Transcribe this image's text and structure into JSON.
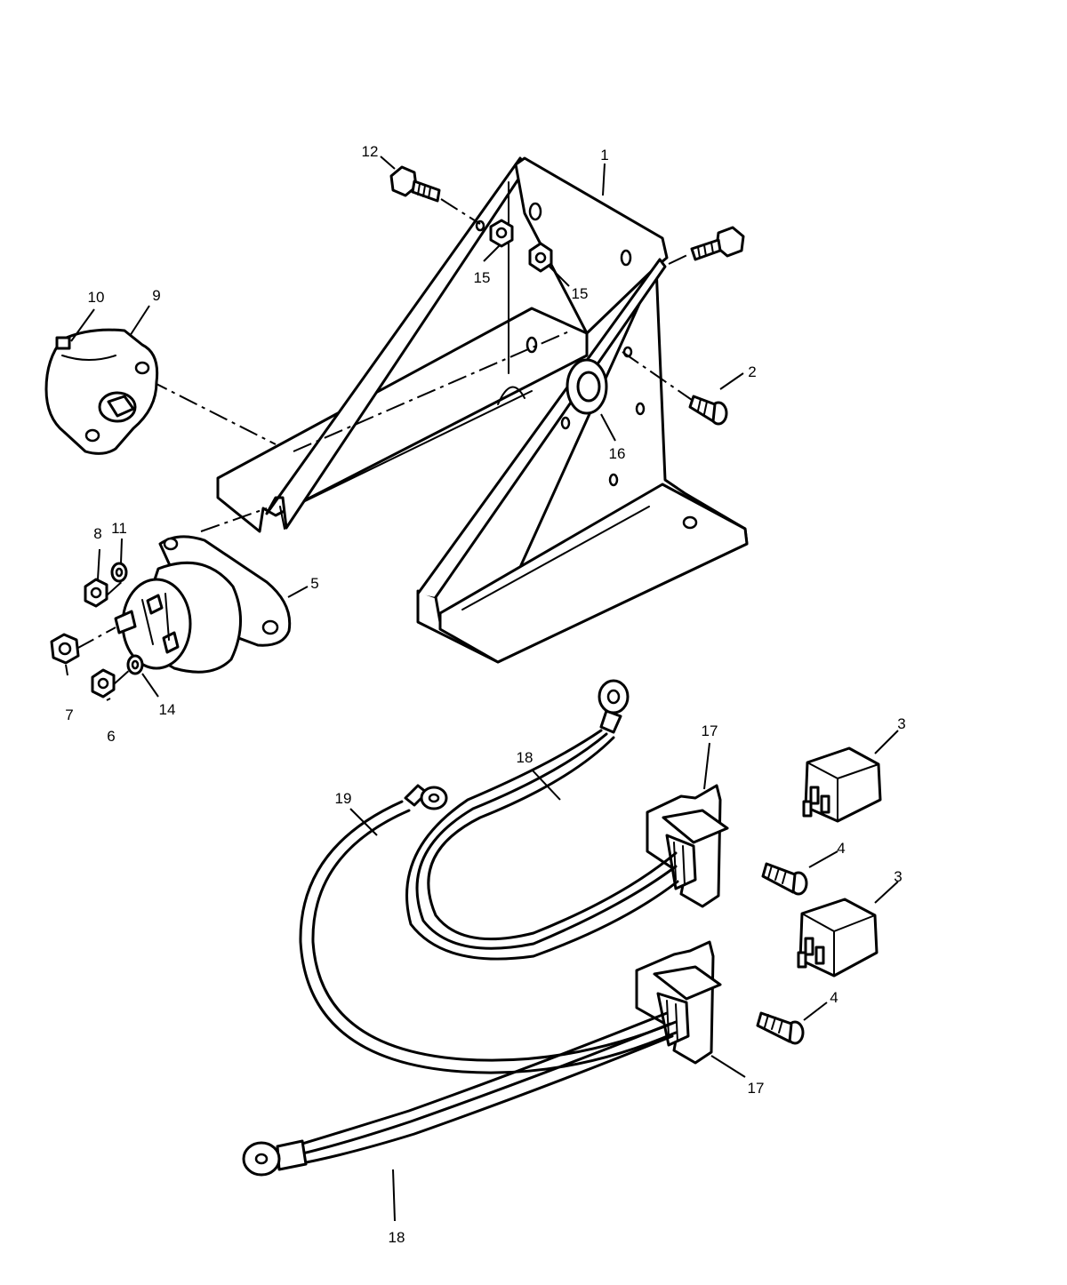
{
  "callouts": [
    {
      "id": "c1",
      "text": "1"
    },
    {
      "id": "c2",
      "text": "2"
    },
    {
      "id": "c3a",
      "text": "3"
    },
    {
      "id": "c3b",
      "text": "3"
    },
    {
      "id": "c4a",
      "text": "4"
    },
    {
      "id": "c4b",
      "text": "4"
    },
    {
      "id": "c5",
      "text": "5"
    },
    {
      "id": "c6",
      "text": "6"
    },
    {
      "id": "c7",
      "text": "7"
    },
    {
      "id": "c8",
      "text": "8"
    },
    {
      "id": "c9",
      "text": "9"
    },
    {
      "id": "c10",
      "text": "10"
    },
    {
      "id": "c11",
      "text": "11"
    },
    {
      "id": "c12",
      "text": "12"
    },
    {
      "id": "c14",
      "text": "14"
    },
    {
      "id": "c15a",
      "text": "15"
    },
    {
      "id": "c15b",
      "text": "15"
    },
    {
      "id": "c16",
      "text": "16"
    },
    {
      "id": "c17a",
      "text": "17"
    },
    {
      "id": "c17b",
      "text": "17"
    },
    {
      "id": "c18a",
      "text": "18"
    },
    {
      "id": "c18b",
      "text": "18"
    },
    {
      "id": "c19",
      "text": "19"
    }
  ]
}
